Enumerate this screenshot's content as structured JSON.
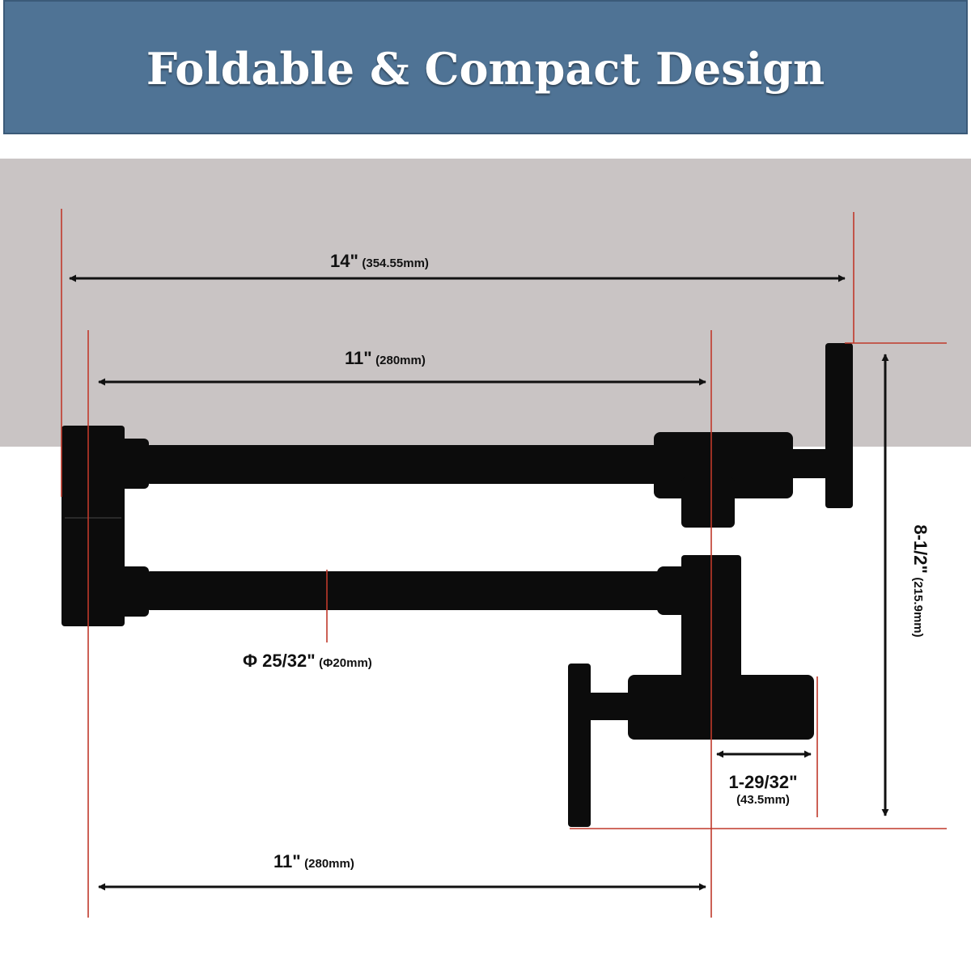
{
  "header": {
    "title": "Foldable & Compact Design"
  },
  "dimensions": {
    "overall_width": {
      "value": "14\"",
      "metric": "(354.55mm)"
    },
    "upper_arm": {
      "value": "11\"",
      "metric": "(280mm)"
    },
    "lower_arm": {
      "value": "11\"",
      "metric": "(280mm)"
    },
    "pipe_diameter": {
      "value": "Φ 25/32\"",
      "metric": "(Φ20mm)"
    },
    "outlet_offset": {
      "value": "1-29/32\"",
      "metric": "(43.5mm)"
    },
    "height": {
      "value": "8-1/2\"",
      "metric": "(215.9mm)"
    }
  },
  "colors": {
    "header_bg": "#4f7395",
    "wall": "#c9c4c4",
    "faucet": "#0c0c0c",
    "guide_line": "#c0392b"
  }
}
